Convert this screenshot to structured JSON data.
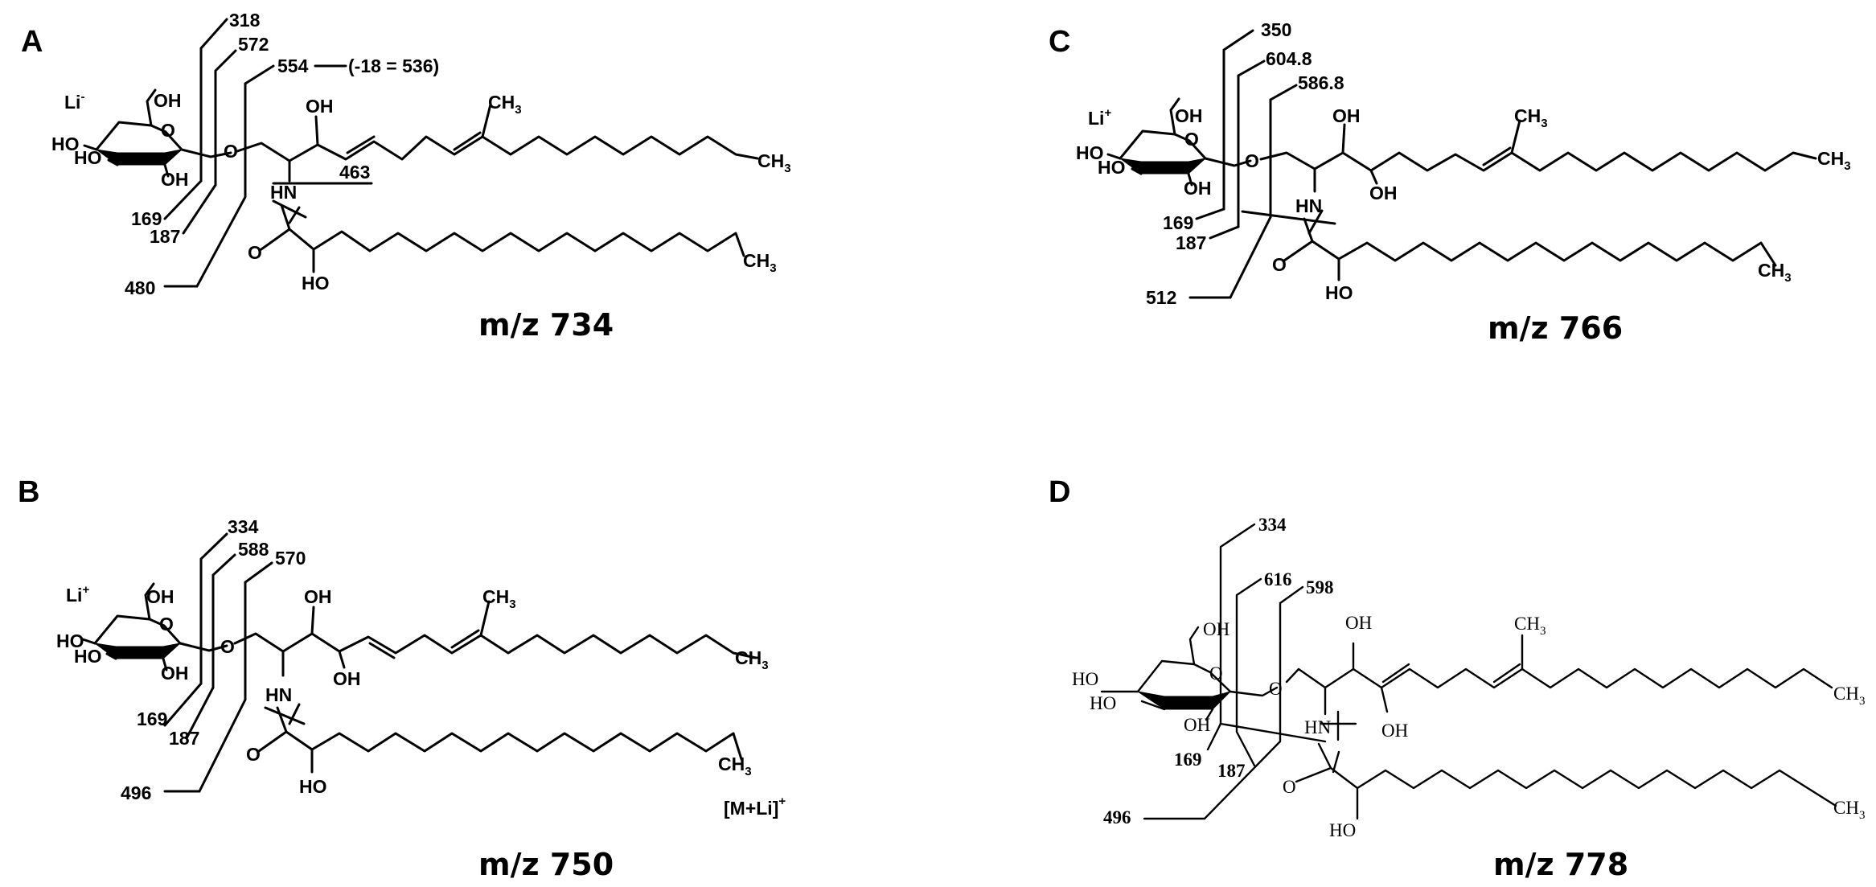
{
  "panels": [
    {
      "letter": "A",
      "ion": "Li",
      "ion_charge": "-",
      "mz_label": "m/z  734",
      "frag_top": "318",
      "frag_2": "572",
      "frag_3": "554",
      "frag_3_note": "(-18 = 536)",
      "frag_463": "463",
      "frag_169": "169",
      "frag_187": "187",
      "frag_low": "480",
      "oh": "OH",
      "ho": "HO",
      "hn": "HN",
      "o": "O",
      "ch3": "CH",
      "me": "CH",
      "sub3": "3"
    },
    {
      "letter": "B",
      "ion": "Li",
      "ion_charge": "+",
      "mz_label": "m/z  750",
      "frag_top": "334",
      "frag_2": "588",
      "frag_3": "570",
      "frag_169": "169",
      "frag_187": "187",
      "frag_low": "496",
      "adduct": "[M+Li]",
      "adduct_charge": "+",
      "oh": "OH",
      "ho": "HO",
      "hn": "HN",
      "o": "O",
      "ch3": "CH",
      "me": "CH",
      "sub3": "3"
    },
    {
      "letter": "C",
      "ion": "Li",
      "ion_charge": "+",
      "mz_label": "m/z  766",
      "frag_top": "350",
      "frag_2": "604.8",
      "frag_3": "586.8",
      "frag_169": "169",
      "frag_187": "187",
      "frag_low": "512",
      "oh": "OH",
      "ho": "HO",
      "hn": "HN",
      "o": "O",
      "ch3": "CH",
      "me": "CH",
      "sub3": "3"
    },
    {
      "letter": "D",
      "mz_label": "m/z  778",
      "frag_top": "334",
      "frag_2": "616",
      "frag_3": "598",
      "frag_169": "169",
      "frag_187": "187",
      "frag_low": "496",
      "oh": "OH",
      "ho": "HO",
      "hn": "HN",
      "o": "O",
      "ch3": "CH",
      "me": "CH",
      "sub3": "3"
    }
  ]
}
